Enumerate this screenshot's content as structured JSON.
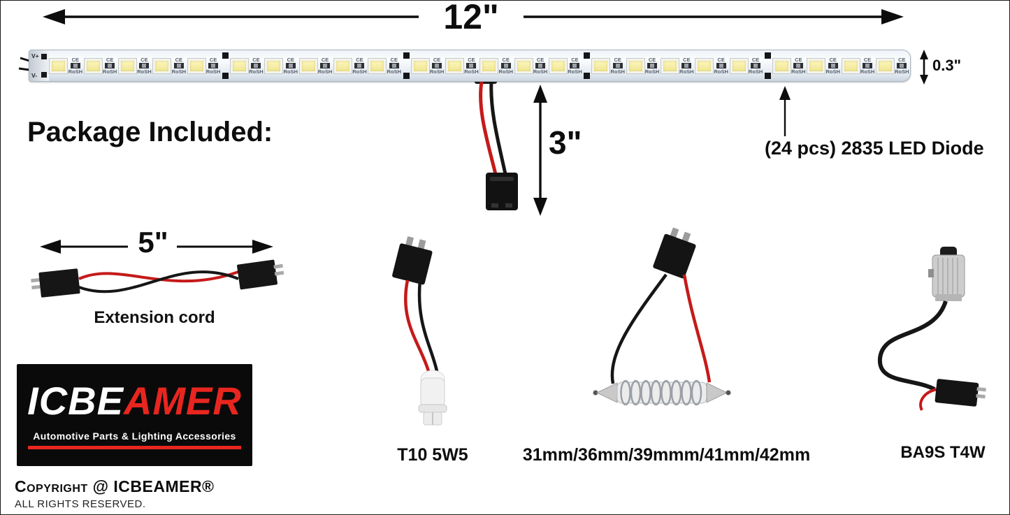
{
  "colors": {
    "arrow_black": "#0d0d0d",
    "wire_red": "#c51a1a",
    "wire_black": "#161616",
    "logo_red": "#e8261f"
  },
  "dimensions": {
    "strip_length": "12\"",
    "strip_width": "0.3\"",
    "wire_length": "3\"",
    "cord_length": "5\""
  },
  "strip": {
    "led_count": 24,
    "cert_line1": "CE",
    "cert_line2": "RoSH",
    "positive_label": "V+",
    "negative_label": "V-"
  },
  "labels": {
    "package_included": "Package Included:",
    "led_diode": "(24 pcs) 2835 LED Diode",
    "extension_cord": "Extension cord",
    "t10": "T10 5W5",
    "festoon": "31mm/36mm/39mmm/41mm/42mm",
    "ba9s": "BA9S T4W"
  },
  "logo": {
    "brand_part1": "ICBE",
    "brand_part2": "AMER",
    "tagline": "Automotive Parts & Lighting Accessories"
  },
  "footer": {
    "copyright": "Copyright @ ICBEAMER®",
    "rights": "ALL RIGHTS RESERVED."
  }
}
